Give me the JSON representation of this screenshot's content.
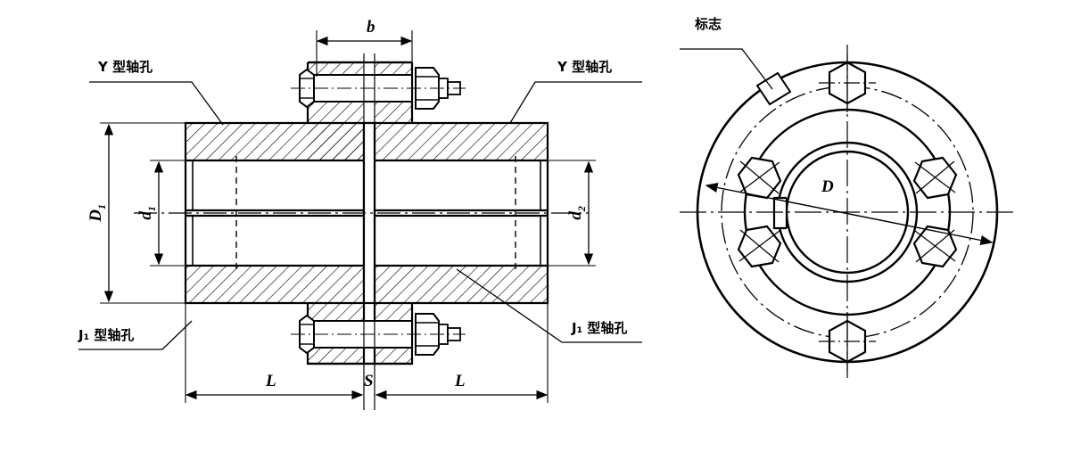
{
  "drawing": {
    "title": "Flange coupling engineering drawing",
    "line_color": "#000000",
    "background": "#ffffff"
  },
  "labels": {
    "y_bore_left": "Y 型轴孔",
    "y_bore_right": "Y 型轴孔",
    "j1_bore_left": "J₁ 型轴孔",
    "j1_bore_right": "J₁ 型轴孔",
    "marking": "标志"
  },
  "dimensions": {
    "b": "b",
    "D1": "D",
    "D1_sub": "1",
    "d1": "d",
    "d1_sub": "1",
    "d2": "d",
    "d2_sub": "2",
    "L_left": "L",
    "S": "S",
    "L_right": "L",
    "D": "D"
  },
  "views": {
    "section_view": "longitudinal-section",
    "front_view": "end-face-circular-view"
  },
  "features": {
    "bolt_count": 6,
    "bolt_type": "hex-head-bolt-with-nut",
    "keyway": "single-keyway",
    "hatching": "section-hatch-45deg"
  }
}
